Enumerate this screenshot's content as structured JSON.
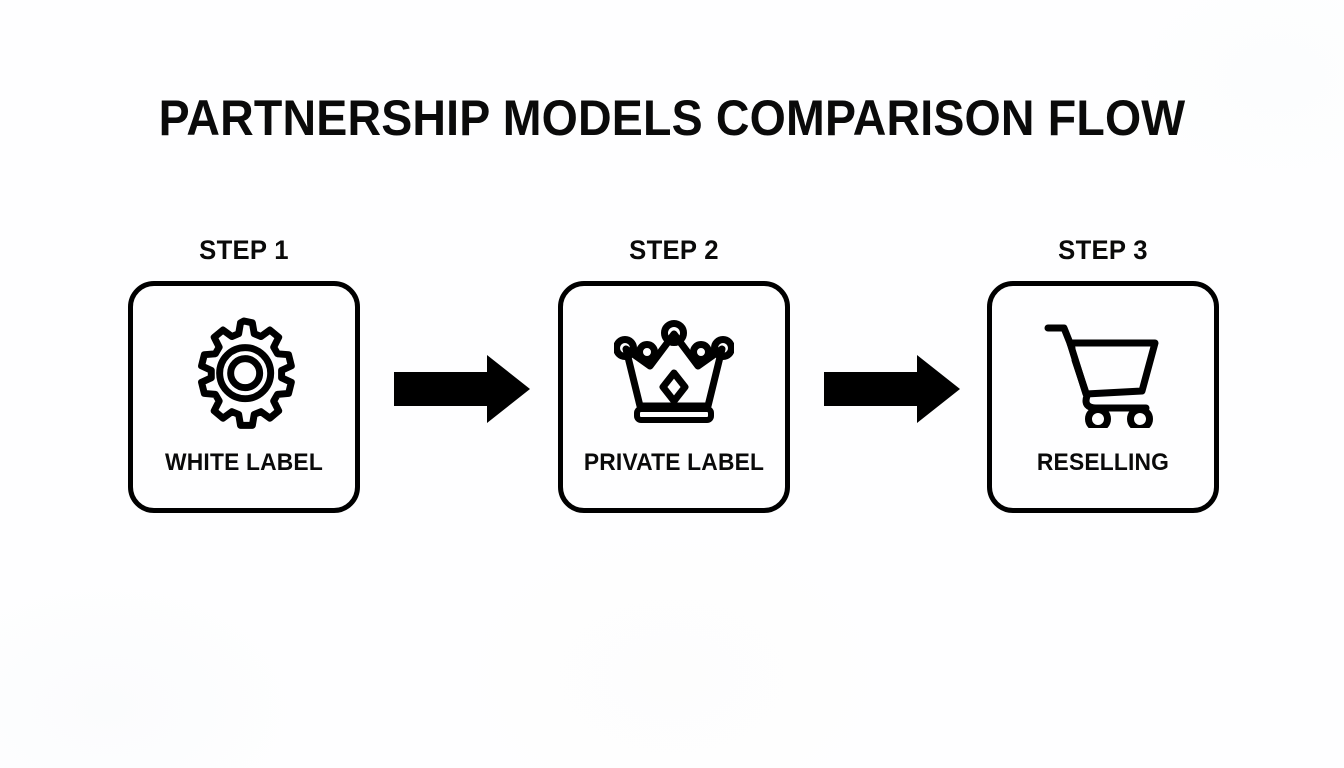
{
  "slide": {
    "title": "PARTNERSHIP MODELS COMPARISON FLOW",
    "background_color": "#fefeff",
    "ink_color": "#000000"
  },
  "flow": {
    "steps": [
      {
        "step_label": "STEP 1",
        "caption": "WHITE LABEL",
        "icon": "gear-icon"
      },
      {
        "step_label": "STEP 2",
        "caption": "PRIVATE LABEL",
        "icon": "crown-icon"
      },
      {
        "step_label": "STEP 3",
        "caption": "RESELLING",
        "icon": "shopping-cart-icon"
      }
    ],
    "connectors": [
      {
        "icon": "arrow-right-icon",
        "from": "STEP 1",
        "to": "STEP 2"
      },
      {
        "icon": "arrow-right-icon",
        "from": "STEP 2",
        "to": "STEP 3"
      }
    ]
  }
}
